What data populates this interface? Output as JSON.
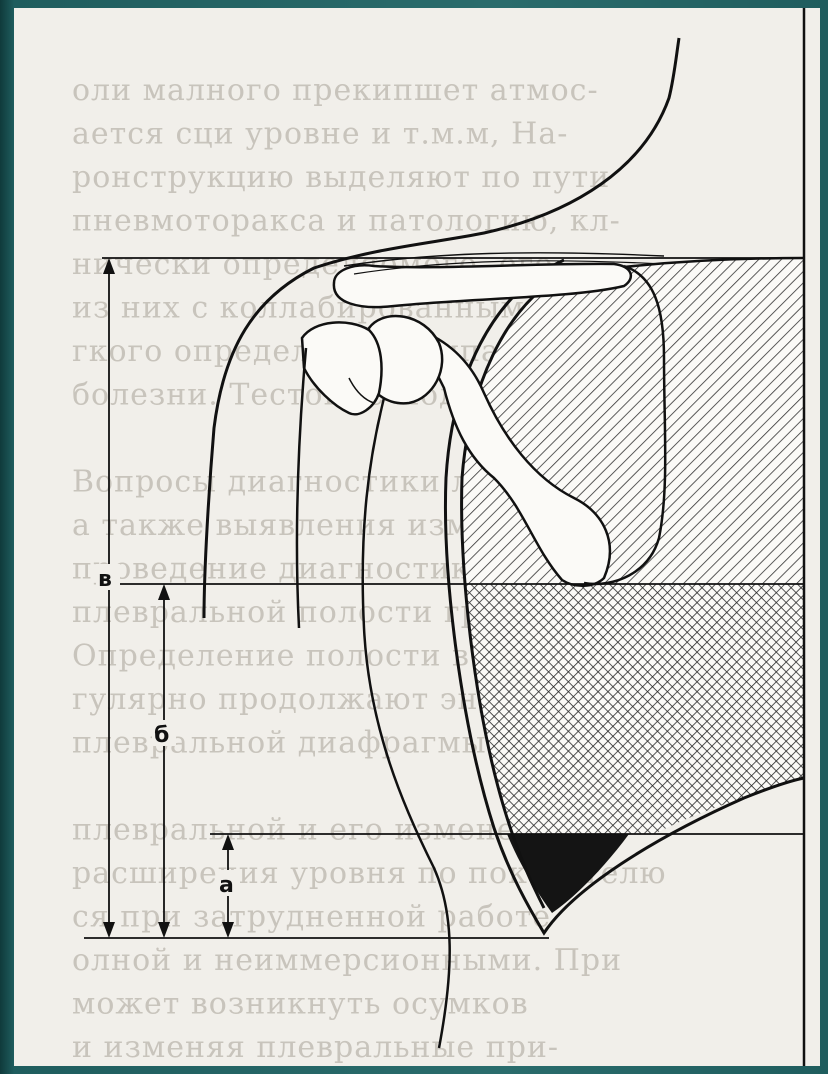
{
  "figure": {
    "level_labels": {
      "a": "а",
      "b": "б",
      "v": "в"
    },
    "background_text_lines": [
      "оли малного прекипшет атмос-",
      "ается сци уровне и т.м.м, На-",
      "ронструкцию выделяют по пути",
      "пневмоторакса и патологию, кл-",
      "нически определяемого, его",
      "из них с коллабированным ле-",
      "гкого определяют, компаундой",
      "болезни. Тестовые модели",
      "",
      "Вопросы диагностики легких",
      "а также выявления изменения,",
      "проведение диагностики в",
      "плевральной полости груди.",
      "Определение полости в легких и ре-",
      "гулярно продолжают эндоскопию",
      "плевральной диафрагмы",
      "",
      "плевральной и его изменений",
      "расширения уровня по показателю",
      "ся при затрудненной работе",
      "олной и неиммерсионными. При",
      "может возникнуть осумков",
      "и изменяя плевральные при-"
    ]
  }
}
